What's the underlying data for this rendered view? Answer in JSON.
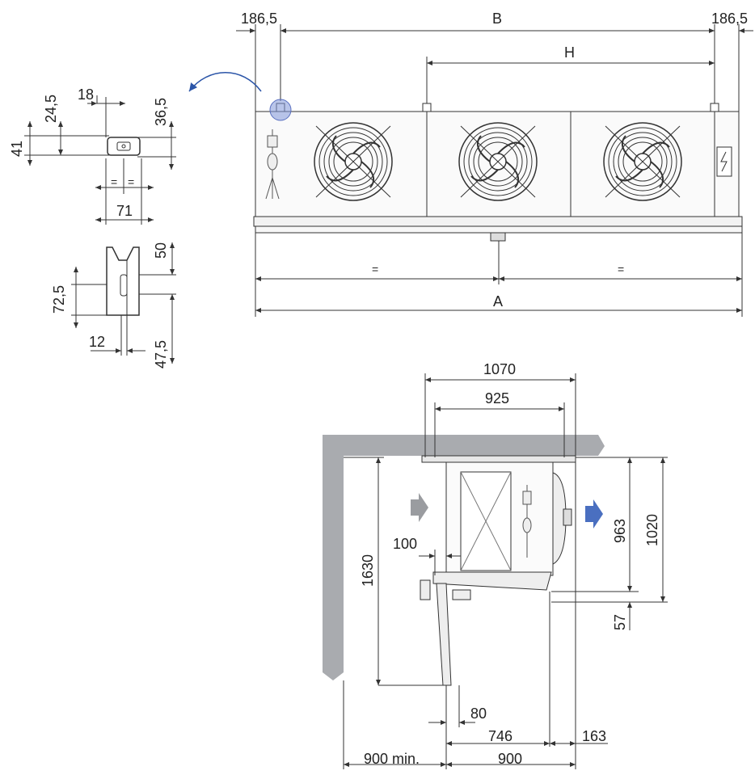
{
  "top_view": {
    "dim_left_offset": "186,5",
    "dim_right_offset": "186,5",
    "dim_B": "B",
    "dim_H": "H",
    "dim_A": "A",
    "dim_equal_left": "=",
    "dim_equal_right": "="
  },
  "bracket_detail": {
    "dim_18": "18",
    "dim_24_5": "24,5",
    "dim_36_5": "36,5",
    "dim_41": "41",
    "dim_equal_a": "=",
    "dim_equal_b": "=",
    "dim_71": "71",
    "dim_50": "50",
    "dim_72_5": "72,5",
    "dim_12": "12",
    "dim_47_5": "47,5"
  },
  "side_view": {
    "dim_1070": "1070",
    "dim_925": "925",
    "dim_963": "963",
    "dim_1020": "1020",
    "dim_1630": "1630",
    "dim_100": "100",
    "dim_57": "57",
    "dim_80": "80",
    "dim_746": "746",
    "dim_163": "163",
    "dim_900_min": "900 min.",
    "dim_900": "900"
  },
  "colors": {
    "line": "#333333",
    "wall": "#a9abaf",
    "airflow_in": "#9a9ca0",
    "airflow_out": "#4a6fc0",
    "highlight": "#7f95d8"
  }
}
